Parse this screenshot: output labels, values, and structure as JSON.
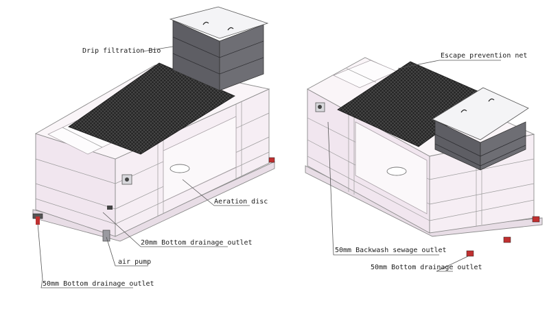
{
  "labels": {
    "drip_filtration": "Drip filtration Bio",
    "aeration_disc": "Aeration disc",
    "bottom_drainage_20": "20mm Bottom drainage outlet",
    "air_pump": "air pump",
    "bottom_drainage_50_left": "50mm Bottom drainage outlet",
    "escape_prevention_net": "Escape prevention net",
    "backwash_outlet": "50mm Backwash sewage outlet",
    "bottom_drainage_50_right": "50mm Bottom drainage outlet"
  },
  "colors": {
    "tank_front": "#f1e6ef",
    "tank_side": "#f6eef4",
    "tank_top": "#faf5f8",
    "mesh": "#2b2b2b",
    "filter_box": "#6b6b70",
    "filter_lid": "#f4f4f6",
    "valve": "#c03030",
    "edge": "#8a8a8a"
  }
}
